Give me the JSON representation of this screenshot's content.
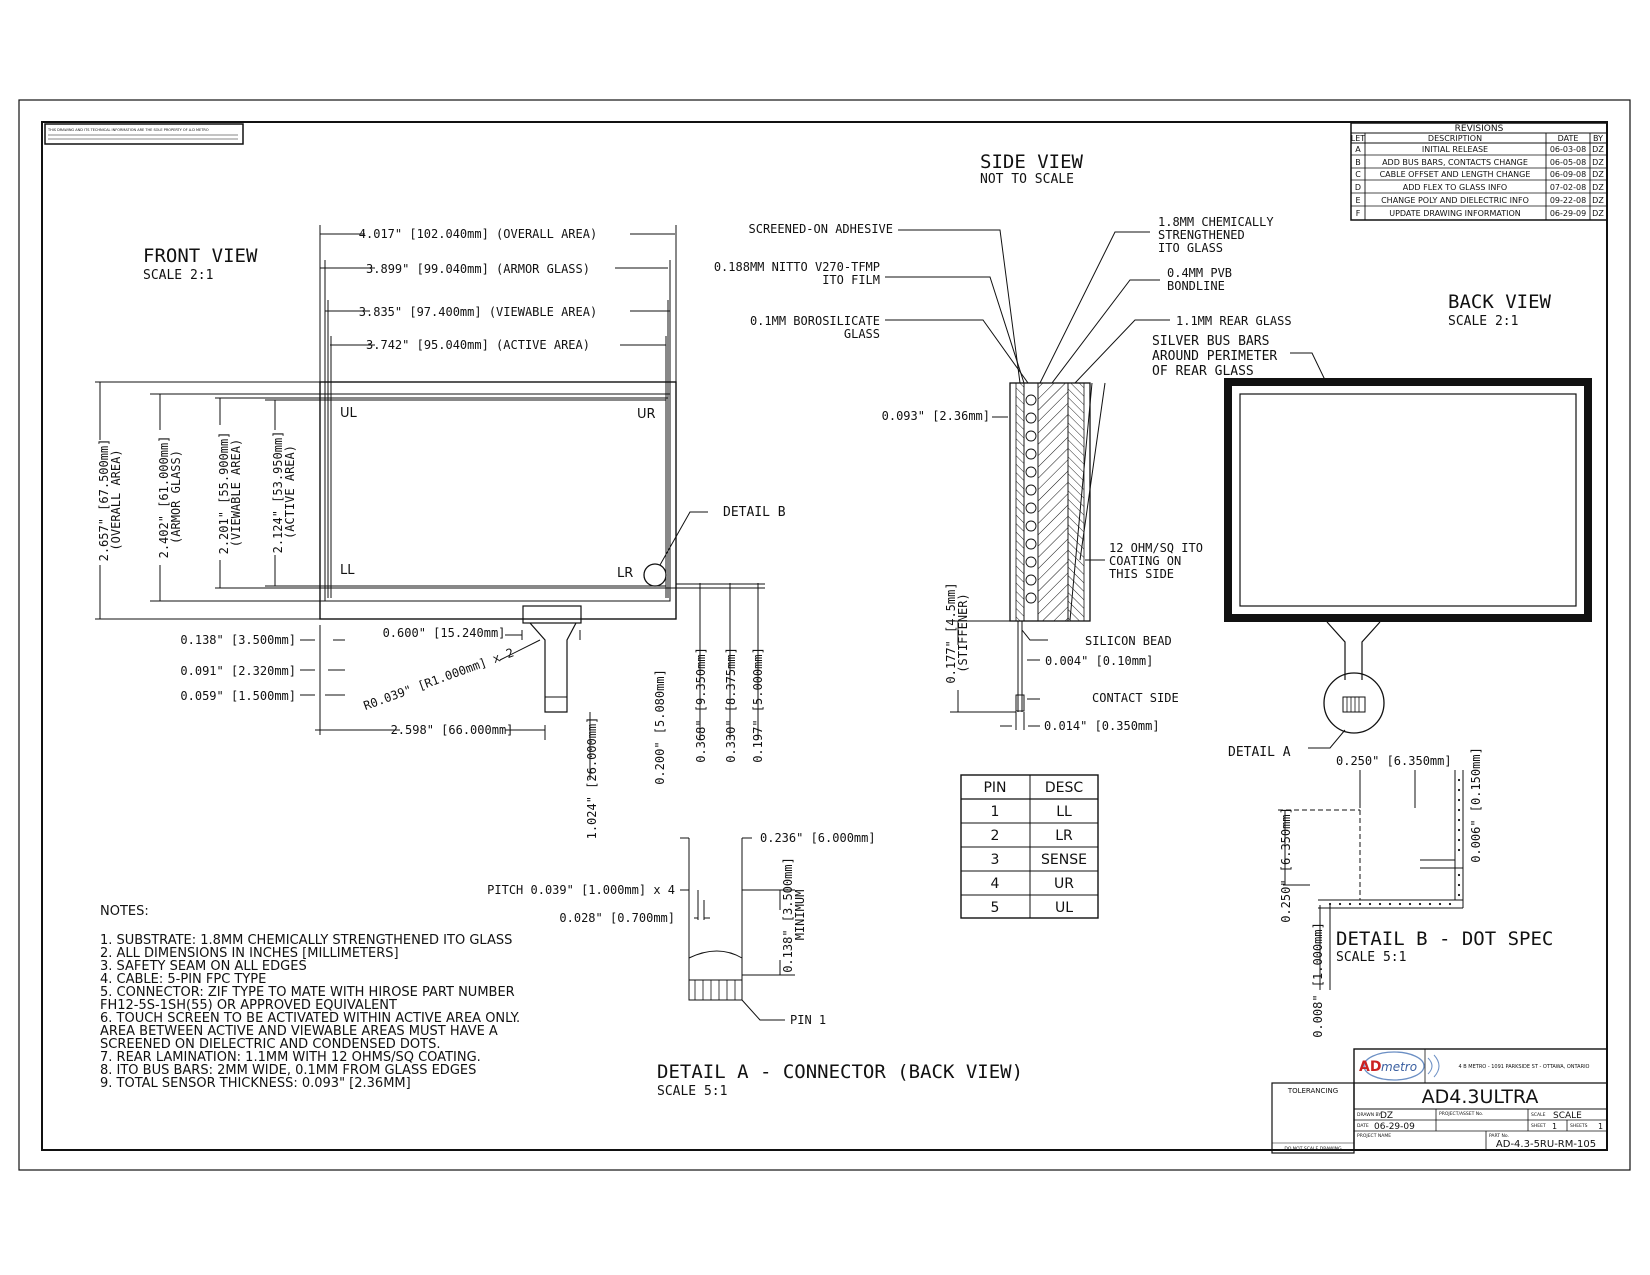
{
  "front_view": {
    "title": "FRONT VIEW",
    "scale": "SCALE 2:1",
    "dim_overall_w": "4.017\" [102.040mm] (OVERALL AREA)",
    "dim_armor_w": "3.899\" [99.040mm] (ARMOR GLASS)",
    "dim_viewable_w": "3.835\" [97.400mm] (VIEWABLE AREA)",
    "dim_active_w": "3.742\" [95.040mm] (ACTIVE AREA)",
    "dim_overall_h": "2.657\" [67.500mm]",
    "dim_overall_h_note": "(OVERALL AREA)",
    "dim_armor_h": "2.402\" [61.000mm]",
    "dim_armor_h_note": "(ARMOR GLASS)",
    "dim_viewable_h": "2.201\" [55.900mm]",
    "dim_viewable_h_note": "(VIEWABLE AREA)",
    "dim_active_h": "2.124\" [53.950mm]",
    "dim_active_h_note": "(ACTIVE AREA)",
    "corner_ul": "UL",
    "corner_ur": "UR",
    "corner_ll": "LL",
    "corner_lr": "LR",
    "detail_b_callout": "DETAIL B",
    "dim_138": "0.138\" [3.500mm]",
    "dim_091": "0.091\" [2.320mm]",
    "dim_059": "0.059\" [1.500mm]",
    "dim_600": "0.600\" [15.240mm]",
    "dim_radius": "R0.039\" [R1.000mm] x 2",
    "dim_2598": "2.598\" [66.000mm]",
    "dim_1024": "1.024\" [26.000mm]",
    "dim_200": "0.200\" [5.080mm]",
    "dim_368": "0.368\" [9.350mm]",
    "dim_330": "0.330\" [8.375mm]",
    "dim_197": "0.197\" [5.000mm]"
  },
  "side_view": {
    "title": "SIDE VIEW",
    "subtitle": "NOT TO SCALE",
    "adhesive": "SCREENED-ON ADHESIVE",
    "ito_film_1": "0.188MM NITTO V270-TFMP",
    "ito_film_2": "ITO FILM",
    "borosilicate_1": "0.1MM BOROSILICATE",
    "borosilicate_2": "GLASS",
    "chem_1": "1.8MM CHEMICALLY",
    "chem_2": "STRENGTHENED",
    "chem_3": "ITO GLASS",
    "pvb_1": "0.4MM PVB",
    "pvb_2": "BONDLINE",
    "rear_glass": "1.1MM REAR GLASS",
    "thickness": "0.093\" [2.36mm]",
    "ito_coating_1": "12 OHM/SQ ITO",
    "ito_coating_2": "COATING ON",
    "ito_coating_3": "THIS SIDE",
    "stiffener_1": "0.177\" [4.5mm]",
    "stiffener_2": "(STIFFENER)",
    "silicon_bead": "SILICON BEAD",
    "dim_004": "0.004\" [0.10mm]",
    "contact_side": "CONTACT SIDE",
    "dim_014": "0.014\" [0.350mm]"
  },
  "pin_table": {
    "headers": [
      "PIN",
      "DESC"
    ],
    "rows": [
      [
        "1",
        "LL"
      ],
      [
        "2",
        "LR"
      ],
      [
        "3",
        "SENSE"
      ],
      [
        "4",
        "UR"
      ],
      [
        "5",
        "UL"
      ]
    ]
  },
  "back_view": {
    "title": "BACK VIEW",
    "scale": "SCALE 2:1",
    "bus_1": "SILVER BUS BARS",
    "bus_2": "AROUND PERIMETER",
    "bus_3": "OF REAR GLASS",
    "detail_a_callout": "DETAIL A"
  },
  "detail_b": {
    "title": "DETAIL B - DOT SPEC",
    "scale": "SCALE 5:1",
    "dim_250_h": "0.250\" [6.350mm]",
    "dim_150": "0.006\" [0.150mm]",
    "dim_250_v": "0.250\" [6.350mm]",
    "dim_008": "0.008\" [1.000mm]"
  },
  "detail_a": {
    "title": "DETAIL A - CONNECTOR (BACK VIEW)",
    "scale": "SCALE 5:1",
    "dim_236": "0.236\" [6.000mm]",
    "pitch": "PITCH 0.039\" [1.000mm] x 4",
    "dim_028": "0.028\" [0.700mm]",
    "dim_138a": "0.138\" [3.500mm]",
    "dim_138b": "MINIMUM",
    "pin1": "PIN 1"
  },
  "revisions": {
    "title": "REVISIONS",
    "headers": [
      "LET",
      "DESCRIPTION",
      "DATE",
      "BY"
    ],
    "rows": [
      [
        "A",
        "INITIAL RELEASE",
        "06-03-08",
        "DZ"
      ],
      [
        "B",
        "ADD BUS BARS, CONTACTS CHANGE",
        "06-05-08",
        "DZ"
      ],
      [
        "C",
        "CABLE OFFSET AND LENGTH CHANGE",
        "06-09-08",
        "DZ"
      ],
      [
        "D",
        "ADD FLEX TO GLASS INFO",
        "07-02-08",
        "DZ"
      ],
      [
        "E",
        "CHANGE POLY AND DIELECTRIC INFO",
        "09-22-08",
        "DZ"
      ],
      [
        "F",
        "UPDATE DRAWING INFORMATION",
        "06-29-09",
        "DZ"
      ]
    ]
  },
  "notes": {
    "title": "NOTES:",
    "lines": [
      "1. SUBSTRATE: 1.8MM CHEMICALLY STRENGTHENED ITO GLASS",
      "2. ALL DIMENSIONS IN INCHES [MILLIMETERS]",
      "3. SAFETY SEAM ON ALL EDGES",
      "4. CABLE: 5-PIN FPC TYPE",
      "5. CONNECTOR: ZIF TYPE TO MATE WITH HIROSE PART NUMBER",
      "FH12-5S-1SH(55) OR APPROVED EQUIVALENT",
      "6. TOUCH SCREEN TO BE ACTIVATED WITHIN ACTIVE AREA ONLY.",
      "AREA BETWEEN ACTIVE AND VIEWABLE AREAS MUST HAVE A",
      "SCREENED ON DIELECTRIC AND CONDENSED DOTS.",
      "7. REAR LAMINATION: 1.1MM WITH 12 OHMS/SQ COATING.",
      "8. ITO BUS BARS: 2MM WIDE, 0.1MM FROM GLASS EDGES",
      "9. TOTAL SENSOR THICKNESS: 0.093\" [2.36MM]"
    ]
  },
  "title_block": {
    "logo_ad": "AD",
    "logo_metro": "metro",
    "address": "4 B METRO - 1091 PARKSIDE ST - OTTAWA, ONTARIO",
    "part_title": "AD4.3ULTRA",
    "tolerancing": "TOLERANCING",
    "drawn_by_label": "DRAWN BY",
    "drawn_by": "DZ",
    "date_label": "DATE",
    "date": "06-29-09",
    "scale_label": "SCALE",
    "scale": "SCALE",
    "sheet_label": "SHEET",
    "sheet": "1",
    "sheets_label": "SHEETS",
    "sheets": "1",
    "project_label": "PROJECT/ASSET No.",
    "project_name_label": "PROJECT NAME",
    "part_no_label": "PART No.",
    "part_no": "AD-4.3-5RU-RM-105",
    "no_scale": "DO NOT SCALE DRAWING"
  },
  "confidential_note": "THIS DRAWING AND ITS TECHNICAL INFORMATION ARE THE SOLE PROPERTY OF A.D METRO"
}
